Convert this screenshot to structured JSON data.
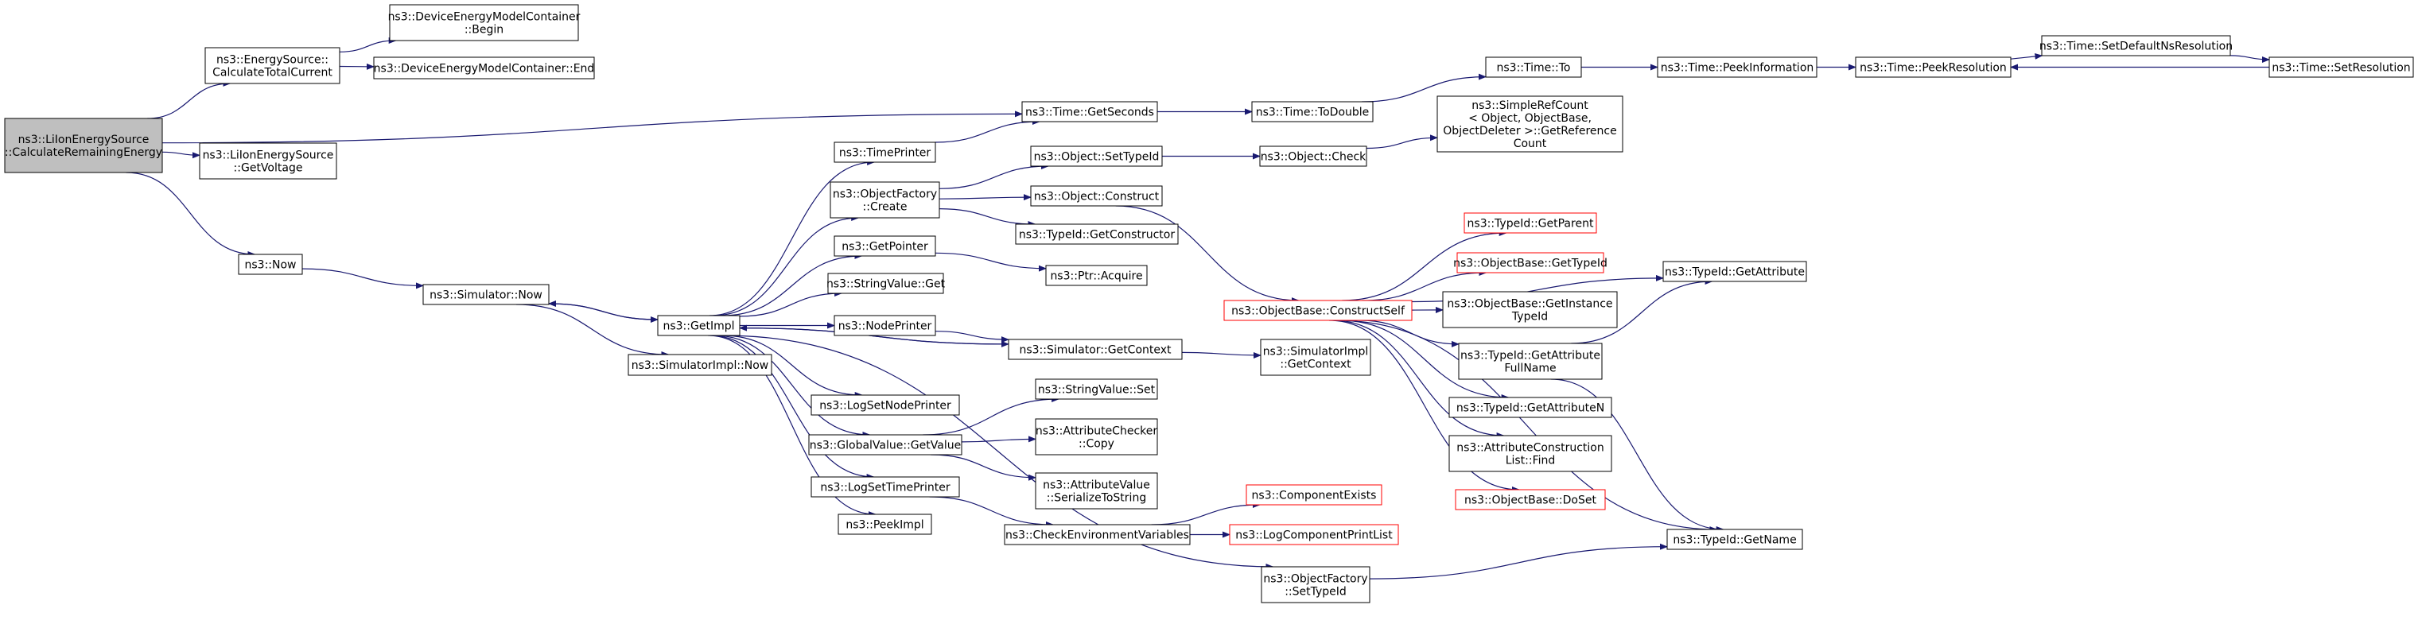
{
  "colors": {
    "edge": "#191970",
    "border": "#000000",
    "border_incomplete": "#ff0000",
    "root_fill": "#bfbfbf",
    "fill": "#ffffff"
  },
  "nodes": [
    {
      "id": "root",
      "lines": [
        "ns3::LiIonEnergySource",
        "::CalculateRemainingEnergy"
      ],
      "style": "root"
    },
    {
      "id": "es_ctc",
      "lines": [
        "ns3::EnergySource::",
        "CalculateTotalCurrent"
      ]
    },
    {
      "id": "dem_begin",
      "lines": [
        "ns3::DeviceEnergyModelContainer",
        "::Begin"
      ]
    },
    {
      "id": "dem_end",
      "lines": [
        "ns3::DeviceEnergyModelContainer::End"
      ]
    },
    {
      "id": "liion_getv",
      "lines": [
        "ns3::LiIonEnergySource",
        "::GetVoltage"
      ]
    },
    {
      "id": "now",
      "lines": [
        "ns3::Now"
      ]
    },
    {
      "id": "sim_now",
      "lines": [
        "ns3::Simulator::Now"
      ]
    },
    {
      "id": "getimpl",
      "lines": [
        "ns3::GetImpl"
      ]
    },
    {
      "id": "simimpl_now",
      "lines": [
        "ns3::SimulatorImpl::Now"
      ]
    },
    {
      "id": "timeprinter",
      "lines": [
        "ns3::TimePrinter"
      ]
    },
    {
      "id": "of_create",
      "lines": [
        "ns3::ObjectFactory",
        "::Create"
      ]
    },
    {
      "id": "getpointer",
      "lines": [
        "ns3::GetPointer"
      ]
    },
    {
      "id": "sv_get",
      "lines": [
        "ns3::StringValue::Get"
      ]
    },
    {
      "id": "nodeprinter",
      "lines": [
        "ns3::NodePrinter"
      ]
    },
    {
      "id": "lognodeprinter",
      "lines": [
        "ns3::LogSetNodePrinter"
      ]
    },
    {
      "id": "gv_getvalue",
      "lines": [
        "ns3::GlobalValue::GetValue"
      ]
    },
    {
      "id": "logtimeprinter",
      "lines": [
        "ns3::LogSetTimePrinter"
      ]
    },
    {
      "id": "peekimpl",
      "lines": [
        "ns3::PeekImpl"
      ]
    },
    {
      "id": "time_getseconds",
      "lines": [
        "ns3::Time::GetSeconds"
      ]
    },
    {
      "id": "time_todouble",
      "lines": [
        "ns3::Time::ToDouble"
      ]
    },
    {
      "id": "time_to",
      "lines": [
        "ns3::Time::To"
      ]
    },
    {
      "id": "time_peekinfo",
      "lines": [
        "ns3::Time::PeekInformation"
      ]
    },
    {
      "id": "time_peekres",
      "lines": [
        "ns3::Time::PeekResolution"
      ]
    },
    {
      "id": "time_setdefns",
      "lines": [
        "ns3::Time::SetDefaultNsResolution"
      ]
    },
    {
      "id": "time_setres",
      "lines": [
        "ns3::Time::SetResolution"
      ]
    },
    {
      "id": "obj_settypeid",
      "lines": [
        "ns3::Object::SetTypeId"
      ]
    },
    {
      "id": "obj_check",
      "lines": [
        "ns3::Object::Check"
      ]
    },
    {
      "id": "simplerefcount",
      "lines": [
        "ns3::SimpleRefCount",
        "< Object, ObjectBase,",
        "ObjectDeleter >::GetReference",
        "Count"
      ]
    },
    {
      "id": "obj_construct",
      "lines": [
        "ns3::Object::Construct"
      ]
    },
    {
      "id": "typeid_getctor",
      "lines": [
        "ns3::TypeId::GetConstructor"
      ]
    },
    {
      "id": "ptr_acquire",
      "lines": [
        "ns3::Ptr::Acquire"
      ]
    },
    {
      "id": "sim_getcontext",
      "lines": [
        "ns3::Simulator::GetContext"
      ]
    },
    {
      "id": "simimpl_getcontext",
      "lines": [
        "ns3::SimulatorImpl",
        "::GetContext"
      ]
    },
    {
      "id": "ob_constructself",
      "lines": [
        "ns3::ObjectBase::ConstructSelf"
      ],
      "style": "red"
    },
    {
      "id": "typeid_getparent",
      "lines": [
        "ns3::TypeId::GetParent"
      ],
      "style": "red"
    },
    {
      "id": "ob_gettypeid",
      "lines": [
        "ns3::ObjectBase::GetTypeId"
      ],
      "style": "red"
    },
    {
      "id": "ob_getinstancetypeid",
      "lines": [
        "ns3::ObjectBase::GetInstance",
        "TypeId"
      ]
    },
    {
      "id": "typeid_getattrfull",
      "lines": [
        "ns3::TypeId::GetAttribute",
        "FullName"
      ]
    },
    {
      "id": "typeid_getattrn",
      "lines": [
        "ns3::TypeId::GetAttributeN"
      ]
    },
    {
      "id": "attrconstr_find",
      "lines": [
        "ns3::AttributeConstruction",
        "List::Find"
      ]
    },
    {
      "id": "ob_doset",
      "lines": [
        "ns3::ObjectBase::DoSet"
      ],
      "style": "red"
    },
    {
      "id": "typeid_getattr",
      "lines": [
        "ns3::TypeId::GetAttribute"
      ]
    },
    {
      "id": "typeid_getname",
      "lines": [
        "ns3::TypeId::GetName"
      ]
    },
    {
      "id": "sv_set",
      "lines": [
        "ns3::StringValue::Set"
      ]
    },
    {
      "id": "attrchecker_copy",
      "lines": [
        "ns3::AttributeChecker",
        "::Copy"
      ]
    },
    {
      "id": "attrvalue_ser",
      "lines": [
        "ns3::AttributeValue",
        "::SerializeToString"
      ]
    },
    {
      "id": "compexists",
      "lines": [
        "ns3::ComponentExists"
      ],
      "style": "red"
    },
    {
      "id": "checkenv",
      "lines": [
        "ns3::CheckEnvironmentVariables"
      ]
    },
    {
      "id": "logcompprint",
      "lines": [
        "ns3::LogComponentPrintList"
      ],
      "style": "red"
    },
    {
      "id": "of_settypeid",
      "lines": [
        "ns3::ObjectFactory",
        "::SetTypeId"
      ]
    }
  ],
  "edges": [
    [
      "root",
      "es_ctc"
    ],
    [
      "root",
      "time_getseconds"
    ],
    [
      "root",
      "liion_getv"
    ],
    [
      "root",
      "now"
    ],
    [
      "es_ctc",
      "dem_begin"
    ],
    [
      "es_ctc",
      "dem_end"
    ],
    [
      "now",
      "sim_now"
    ],
    [
      "sim_now",
      "getimpl"
    ],
    [
      "sim_now",
      "simimpl_now"
    ],
    [
      "getimpl",
      "sim_now"
    ],
    [
      "getimpl",
      "timeprinter"
    ],
    [
      "getimpl",
      "of_create"
    ],
    [
      "getimpl",
      "getpointer"
    ],
    [
      "getimpl",
      "sv_get"
    ],
    [
      "getimpl",
      "nodeprinter"
    ],
    [
      "getimpl",
      "sim_getcontext"
    ],
    [
      "getimpl",
      "lognodeprinter"
    ],
    [
      "getimpl",
      "gv_getvalue"
    ],
    [
      "getimpl",
      "logtimeprinter"
    ],
    [
      "getimpl",
      "peekimpl"
    ],
    [
      "getimpl",
      "of_settypeid"
    ],
    [
      "timeprinter",
      "time_getseconds"
    ],
    [
      "of_create",
      "obj_settypeid"
    ],
    [
      "of_create",
      "obj_construct"
    ],
    [
      "of_create",
      "typeid_getctor"
    ],
    [
      "getpointer",
      "ptr_acquire"
    ],
    [
      "nodeprinter",
      "sim_getcontext"
    ],
    [
      "sim_getcontext",
      "getimpl"
    ],
    [
      "sim_getcontext",
      "simimpl_getcontext"
    ],
    [
      "gv_getvalue",
      "sv_set"
    ],
    [
      "gv_getvalue",
      "attrchecker_copy"
    ],
    [
      "gv_getvalue",
      "attrvalue_ser"
    ],
    [
      "logtimeprinter",
      "checkenv"
    ],
    [
      "checkenv",
      "compexists"
    ],
    [
      "checkenv",
      "logcompprint"
    ],
    [
      "time_getseconds",
      "time_todouble"
    ],
    [
      "time_todouble",
      "time_to"
    ],
    [
      "time_to",
      "time_peekinfo"
    ],
    [
      "time_peekinfo",
      "time_peekres"
    ],
    [
      "time_peekres",
      "time_setdefns"
    ],
    [
      "time_setdefns",
      "time_setres"
    ],
    [
      "time_setres",
      "time_peekres"
    ],
    [
      "obj_settypeid",
      "obj_check"
    ],
    [
      "obj_check",
      "simplerefcount"
    ],
    [
      "obj_construct",
      "ob_constructself"
    ],
    [
      "ob_constructself",
      "typeid_getparent"
    ],
    [
      "ob_constructself",
      "ob_gettypeid"
    ],
    [
      "ob_constructself",
      "ob_getinstancetypeid"
    ],
    [
      "ob_constructself",
      "typeid_getattrfull"
    ],
    [
      "ob_constructself",
      "typeid_getattrn"
    ],
    [
      "ob_constructself",
      "attrconstr_find"
    ],
    [
      "ob_constructself",
      "ob_doset"
    ],
    [
      "ob_constructself",
      "typeid_getattr"
    ],
    [
      "ob_constructself",
      "typeid_getname"
    ],
    [
      "typeid_getattrfull",
      "typeid_getattr"
    ],
    [
      "typeid_getattrfull",
      "typeid_getname"
    ],
    [
      "of_settypeid",
      "typeid_getname"
    ]
  ]
}
